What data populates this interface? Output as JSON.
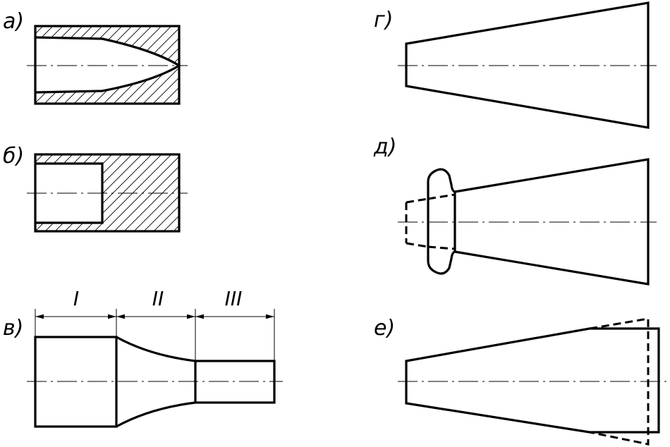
{
  "labels": {
    "a": "а)",
    "b": "б)",
    "v": "в)",
    "g": "г)",
    "d": "д)",
    "e": "е)"
  },
  "zones": {
    "z1": "I",
    "z2": "II",
    "z3": "III"
  }
}
